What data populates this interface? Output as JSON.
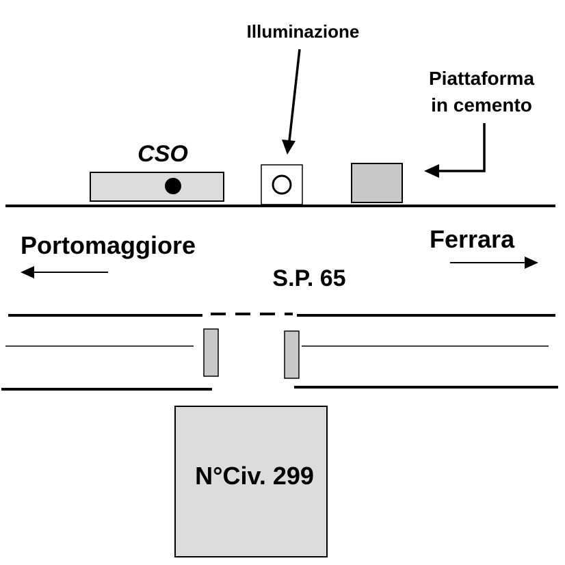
{
  "labels": {
    "illuminazione": "Illuminazione",
    "piattaforma_line1": "Piattaforma",
    "piattaforma_line2": "in cemento",
    "cso": "CSO",
    "portomaggiore": "Portomaggiore",
    "ferrara": "Ferrara",
    "road": "S.P. 65",
    "house": "N°Civ. 299"
  },
  "colors": {
    "line": "#000000",
    "fill_gray": "#c8c8c8",
    "fill_light": "#dcdcdc",
    "background": "#ffffff"
  }
}
